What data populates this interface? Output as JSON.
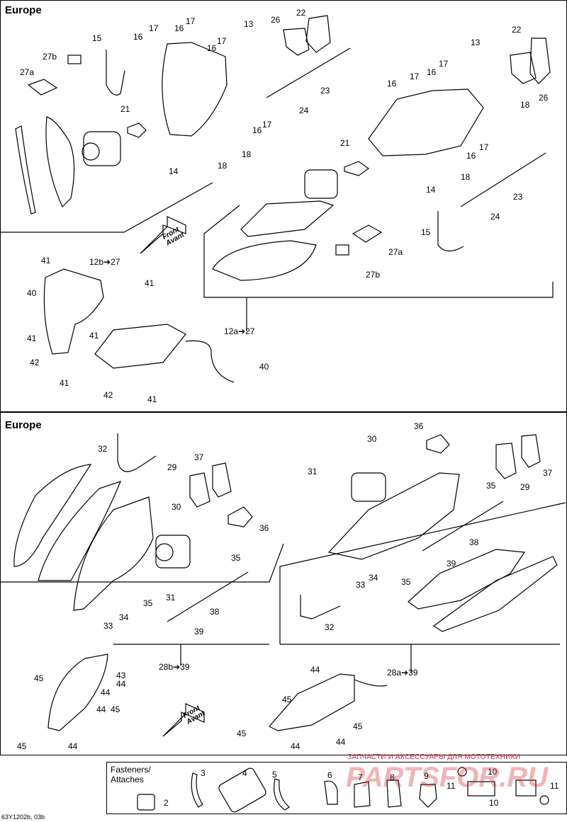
{
  "panels": [
    {
      "title": "Europe"
    },
    {
      "title": "Europe"
    }
  ],
  "front_label": {
    "line1": "Front",
    "line2": "Avant"
  },
  "callouts_top": [
    "22",
    "26",
    "13",
    "17",
    "16",
    "17",
    "16",
    "17",
    "15",
    "16",
    "27b",
    "27a",
    "23",
    "24",
    "21",
    "16",
    "17",
    "18",
    "14",
    "18",
    "22",
    "13",
    "26",
    "17",
    "16",
    "16",
    "17",
    "18",
    "21",
    "16",
    "17",
    "18",
    "14",
    "23",
    "24",
    "15",
    "27a",
    "27b",
    "41",
    "12b➔27",
    "40",
    "41",
    "41",
    "42",
    "41",
    "41",
    "12a➔27",
    "40",
    "42",
    "41"
  ],
  "callouts_bottom": [
    "32",
    "37",
    "29",
    "30",
    "36",
    "35",
    "31",
    "35",
    "33",
    "34",
    "38",
    "39",
    "28b➔39",
    "31",
    "30",
    "36",
    "37",
    "35",
    "29",
    "38",
    "39",
    "33",
    "34",
    "35",
    "32",
    "43",
    "44",
    "28a➔39",
    "45",
    "44",
    "45",
    "44",
    "45",
    "44",
    "45",
    "45",
    "44",
    "45",
    "44",
    "44"
  ],
  "fasteners": {
    "title_line1": "Fasteners/",
    "title_line2": "Attaches",
    "items": [
      "2",
      "3",
      "4",
      "5",
      "6",
      "7",
      "8",
      "9",
      "10",
      "11",
      "10",
      "11"
    ]
  },
  "watermark": {
    "subtitle": "ЗАПЧАСТИ И АКСЕССУАРЫ ДЛЯ МОТОТЕХНИКИ",
    "logo": "PARTSFOR.RU"
  },
  "drawing_code": "63Y1202b, 03b"
}
